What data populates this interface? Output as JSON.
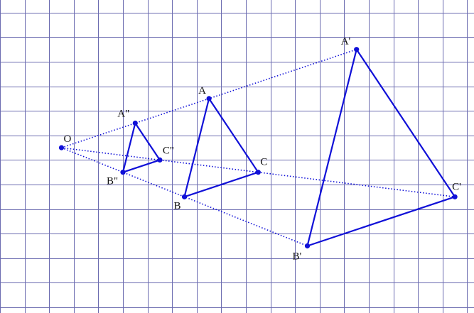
{
  "colors": {
    "background": "#ffffff",
    "grid": "#6b6bb0",
    "figure": "#1010d8",
    "text": "#111111"
  },
  "grid": {
    "unit": 1,
    "x_range": [
      0,
      19
    ],
    "y_range": [
      0,
      12.5
    ]
  },
  "center": {
    "label": "O",
    "x": 2.5,
    "y": 6.5
  },
  "triangles": [
    {
      "id": "original",
      "points": [
        {
          "label": "A",
          "x": 8.5,
          "y": 8.5
        },
        {
          "label": "B",
          "x": 7.5,
          "y": 4.5
        },
        {
          "label": "C",
          "x": 10.5,
          "y": 5.5
        }
      ]
    },
    {
      "id": "enlargement",
      "points": [
        {
          "label": "A'",
          "x": 14.5,
          "y": 10.5
        },
        {
          "label": "B'",
          "x": 12.5,
          "y": 2.5
        },
        {
          "label": "C'",
          "x": 18.5,
          "y": 4.5
        }
      ]
    },
    {
      "id": "reduction",
      "points": [
        {
          "label": "A\"",
          "x": 5.5,
          "y": 7.5
        },
        {
          "label": "B\"",
          "x": 5.0,
          "y": 5.5
        },
        {
          "label": "C\"",
          "x": 6.5,
          "y": 6.0
        }
      ]
    }
  ],
  "rays": [
    {
      "from": "O",
      "to": "A'"
    },
    {
      "from": "O",
      "to": "B'"
    },
    {
      "from": "O",
      "to": "C'"
    }
  ]
}
